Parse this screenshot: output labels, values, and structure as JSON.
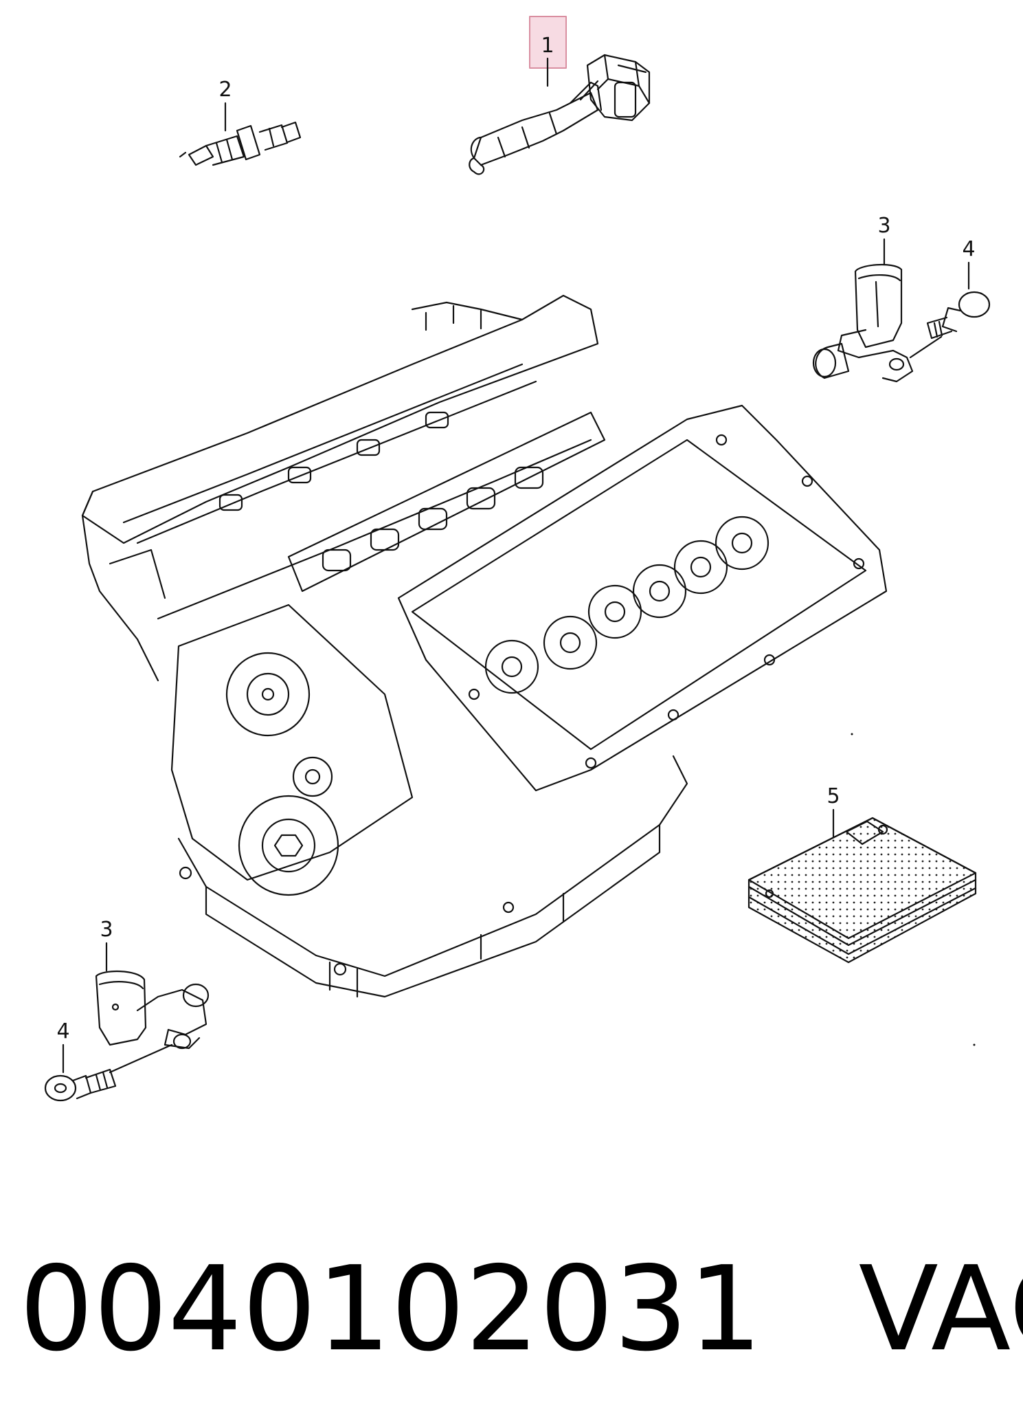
{
  "callouts": [
    {
      "label": "1"
    },
    {
      "label": "2"
    },
    {
      "label": "3"
    },
    {
      "label": "4"
    },
    {
      "label": "5"
    },
    {
      "label": "3"
    },
    {
      "label": "4"
    }
  ],
  "highlight_color": "#e8b4c0",
  "footer": {
    "part_number": "0040102031",
    "brand": "VAG"
  }
}
